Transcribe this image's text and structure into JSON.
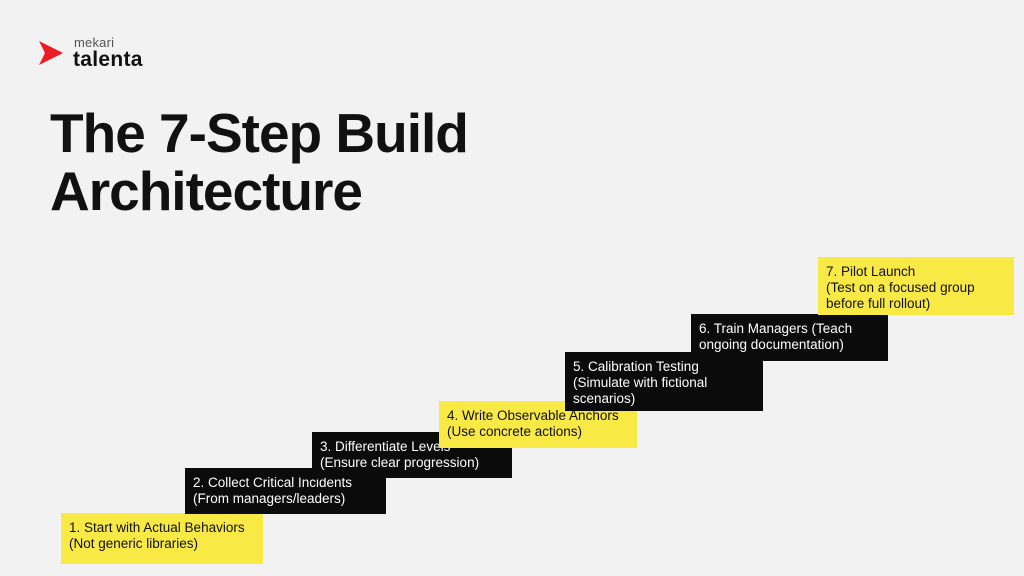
{
  "logo": {
    "small": "mekari",
    "big": "talenta",
    "mark_color": "#ec1c24"
  },
  "title": {
    "line1": "The 7-Step Build",
    "line2": "Architecture"
  },
  "steps": [
    {
      "line1": "1. Start with Actual Behaviors",
      "line2": "(Not generic libraries)",
      "line3": "",
      "style": "yellow"
    },
    {
      "line1": "2. Collect Critical Incidents",
      "line2": "(From managers/leaders)",
      "line3": "",
      "style": "black"
    },
    {
      "line1": "3. Differentiate Levels",
      "line2": "(Ensure clear progression)",
      "line3": "",
      "style": "black"
    },
    {
      "line1": "4. Write Observable Anchors",
      "line2": "(Use concrete actions)",
      "line3": "",
      "style": "yellow"
    },
    {
      "line1": "5. Calibration Testing",
      "line2": "(Simulate with fictional",
      "line3": "scenarios)",
      "style": "black"
    },
    {
      "line1": "6. Train Managers (Teach",
      "line2": "ongoing documentation)",
      "line3": "",
      "style": "black"
    },
    {
      "line1": "7. Pilot Launch",
      "line2": "(Test on a focused group",
      "line3": "before full rollout)",
      "style": "yellow"
    }
  ],
  "colors": {
    "background": "#f2f2f2",
    "yellow": "#f8e945",
    "black": "#0b0b0b"
  }
}
